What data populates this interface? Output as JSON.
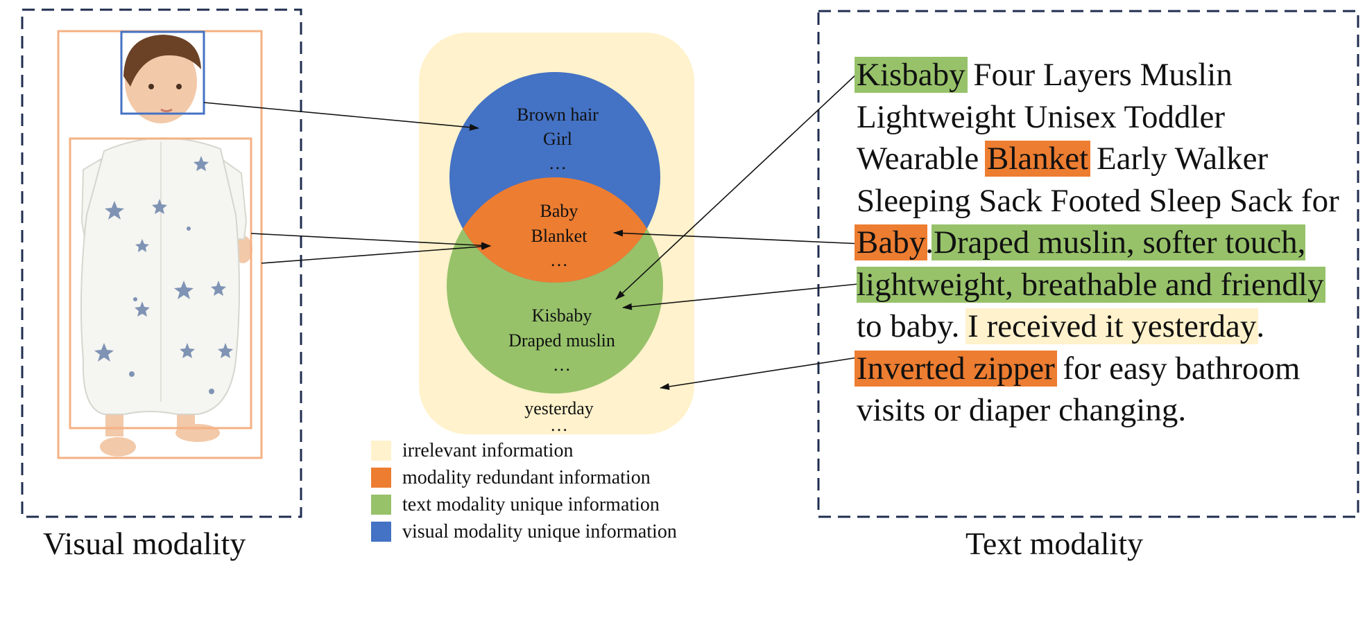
{
  "panels": {
    "visual_caption": "Visual modality",
    "text_caption": "Text modality"
  },
  "venn": {
    "visual_unique": [
      "Brown hair",
      "Girl",
      "…"
    ],
    "redundant": [
      "Baby",
      "Blanket",
      "…"
    ],
    "text_unique": [
      "Kisbaby",
      "Draped muslin",
      "…"
    ],
    "irrelevant": [
      "yesterday",
      "…"
    ]
  },
  "legend": [
    {
      "label": "irrelevant information",
      "color": "#fff2cc"
    },
    {
      "label": "modality redundant information",
      "color": "#ed7d31"
    },
    {
      "label": "text modality unique information",
      "color": "#97c26a"
    },
    {
      "label": "visual modality unique information",
      "color": "#4472c4"
    }
  ],
  "text_segments": [
    {
      "text": "Kisbaby",
      "hl": "green"
    },
    {
      "text": " Four Layers Muslin Lightweight Unisex Toddler Wearable ",
      "hl": ""
    },
    {
      "text": "Blanket",
      "hl": "orange"
    },
    {
      "text": " Early Walker Sleeping Sack Footed Sleep Sack for ",
      "hl": ""
    },
    {
      "text": "Baby",
      "hl": "orange"
    },
    {
      "text": ".",
      "hl": ""
    },
    {
      "text": "Draped muslin, softer touch, lightweight, breathable and friendly",
      "hl": "green"
    },
    {
      "text": " to baby. ",
      "hl": ""
    },
    {
      "text": "I received it yesterday",
      "hl": "yellow"
    },
    {
      "text": ". ",
      "hl": ""
    },
    {
      "text": "Inverted zipper",
      "hl": "orange"
    },
    {
      "text": " for easy bathroom visits or diaper changing.",
      "hl": ""
    }
  ],
  "colors": {
    "frame": "#1f2d4f",
    "bbox_person": "#f4b183",
    "bbox_face": "#4472c4",
    "skin": "#f2c9a9",
    "hair": "#6b4226",
    "sack": "#f5f5f1",
    "star": "#7f93b4"
  }
}
